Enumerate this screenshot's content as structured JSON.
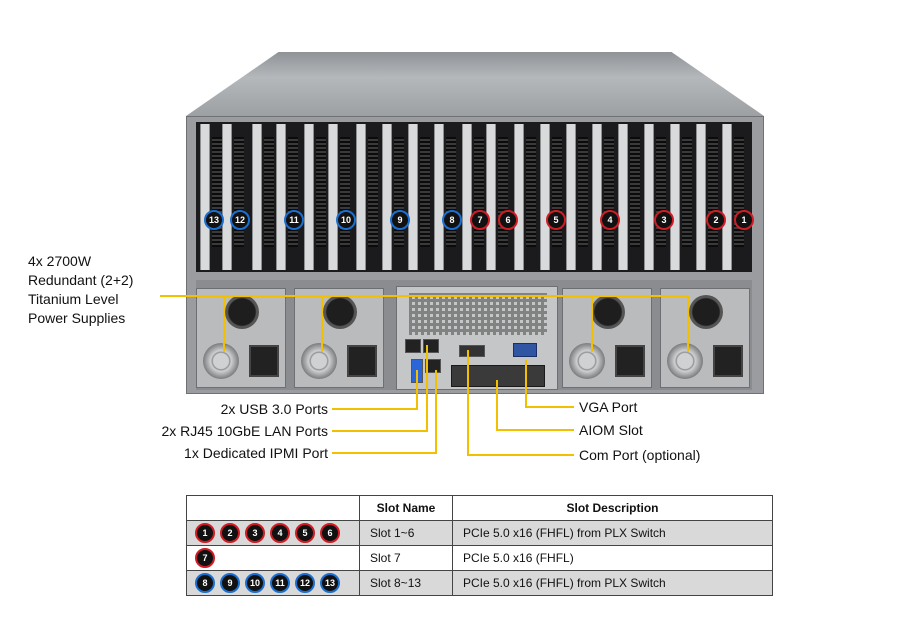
{
  "psu_label": [
    "4x 2700W",
    "Redundant (2+2)",
    "Titanium Level",
    "Power Supplies"
  ],
  "left_callouts": {
    "usb": "2x USB 3.0 Ports",
    "lan": "2x RJ45 10GbE LAN Ports",
    "ipmi": "1x Dedicated IPMI  Port"
  },
  "right_callouts": {
    "vga": "VGA Port",
    "aiom": "AIOM Slot",
    "com": "Com Port (optional)"
  },
  "slot_badges": {
    "blue": [
      "13",
      "12",
      "11",
      "10",
      "9",
      "8"
    ],
    "red": [
      "7",
      "6",
      "5",
      "4",
      "3",
      "2",
      "1"
    ]
  },
  "table": {
    "headers": [
      "",
      "Slot Name",
      "Slot Description"
    ],
    "rows": [
      {
        "badges": [
          "1",
          "2",
          "3",
          "4",
          "5",
          "6"
        ],
        "badge_color": "red",
        "name": "Slot 1~6",
        "description": "PCIe 5.0 x16 (FHFL) from PLX Switch"
      },
      {
        "badges": [
          "7"
        ],
        "badge_color": "red",
        "name": "Slot 7",
        "description": "PCIe 5.0 x16 (FHFL)"
      },
      {
        "badges": [
          "8",
          "9",
          "10",
          "11",
          "12",
          "13"
        ],
        "badge_color": "blue",
        "name": "Slot 8~13",
        "description": "PCIe 5.0 x16 (FHFL) from PLX Switch"
      }
    ]
  },
  "colors": {
    "leader_line": "#f2c000",
    "badge_red": "#d01c24",
    "badge_blue": "#1b6fd0",
    "table_shade": "#d9d9d9"
  }
}
